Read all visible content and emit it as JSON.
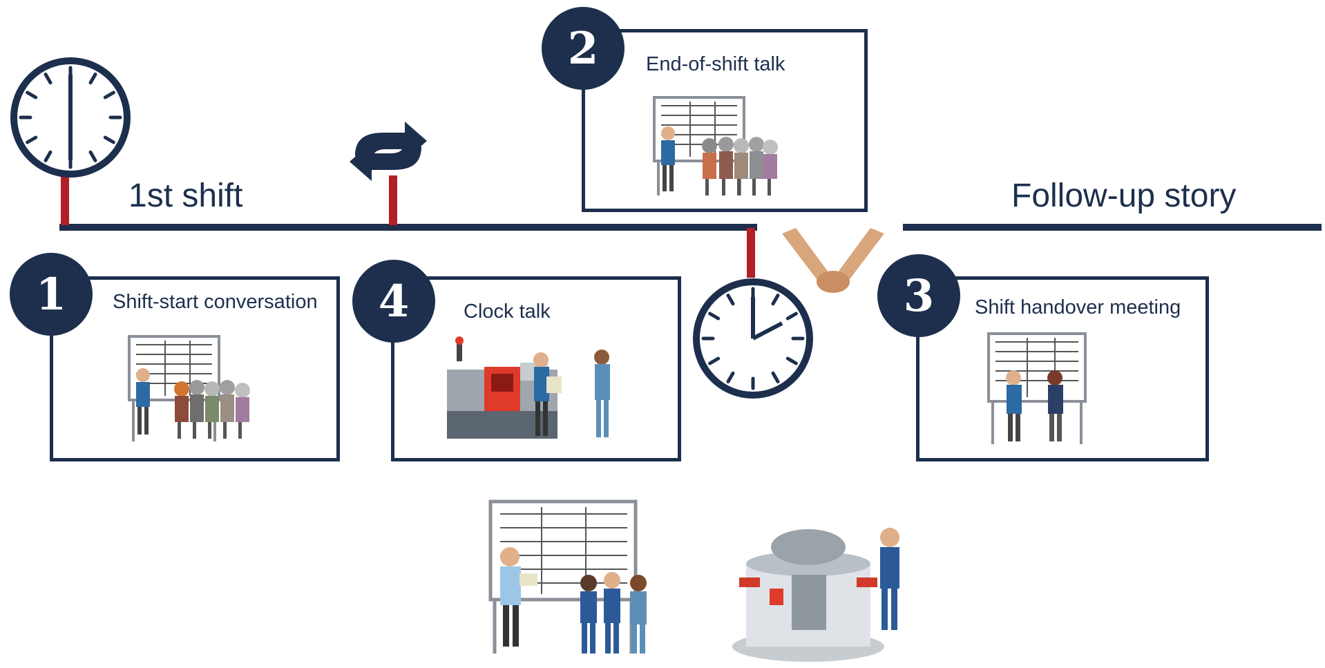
{
  "labels": {
    "first_shift": "1st shift",
    "follow_up": "Follow-up story"
  },
  "steps": [
    {
      "number": "1",
      "title": "Shift-start conversation"
    },
    {
      "number": "2",
      "title": "End-of-shift talk"
    },
    {
      "number": "3",
      "title": "Shift handover meeting"
    },
    {
      "number": "4",
      "title": "Clock talk"
    }
  ],
  "icons": {
    "clock_start": "clock-six-oclock-icon",
    "clock_end": "clock-two-oclock-icon",
    "repeat": "repeat-cycle-icon",
    "handshake": "handshake-icon"
  },
  "colors": {
    "navy": "#1d2f4d",
    "tick_red": "#b21f24",
    "handshake": "#d9a57b"
  }
}
